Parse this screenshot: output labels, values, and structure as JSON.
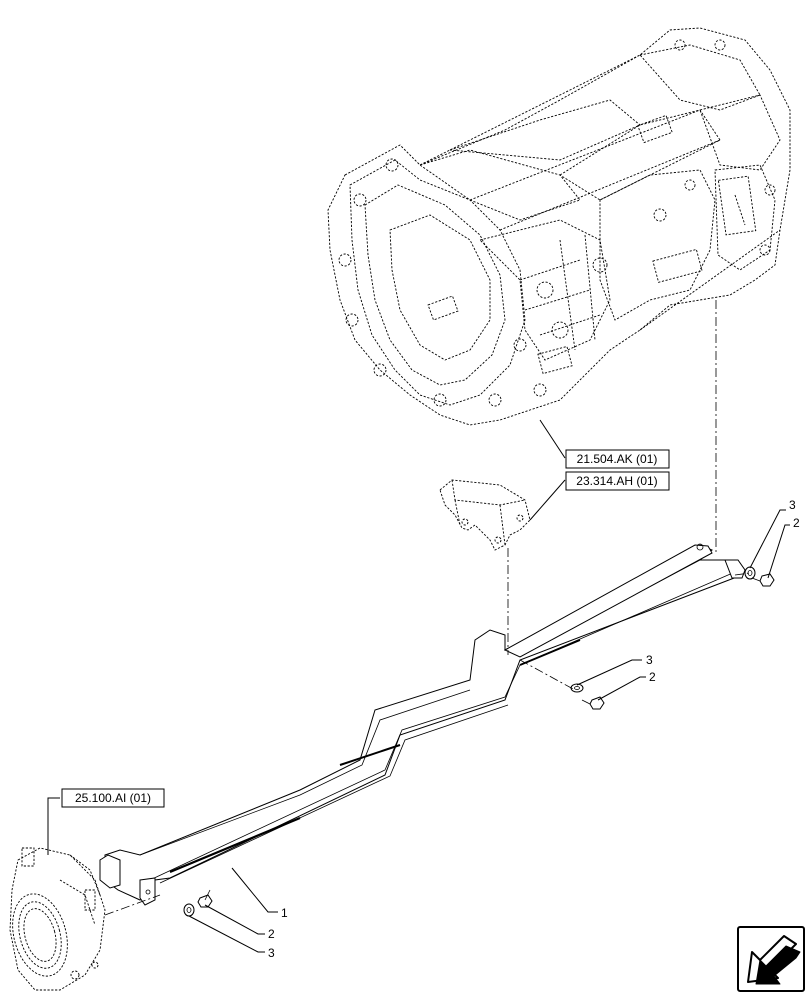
{
  "references": {
    "transmission_housing": "21.504.AK (01)",
    "bracket": "23.314.AH (01)",
    "rear_axle_housing": "25.100.AI (01)"
  },
  "callouts": {
    "upper_right_washer": "3",
    "upper_right_bolt": "2",
    "middle_washer": "3",
    "middle_bolt": "2",
    "guard": "1",
    "lower_bolt": "2",
    "lower_washer": "3"
  },
  "icons": {
    "navigation": "arrow-down-left-icon"
  }
}
